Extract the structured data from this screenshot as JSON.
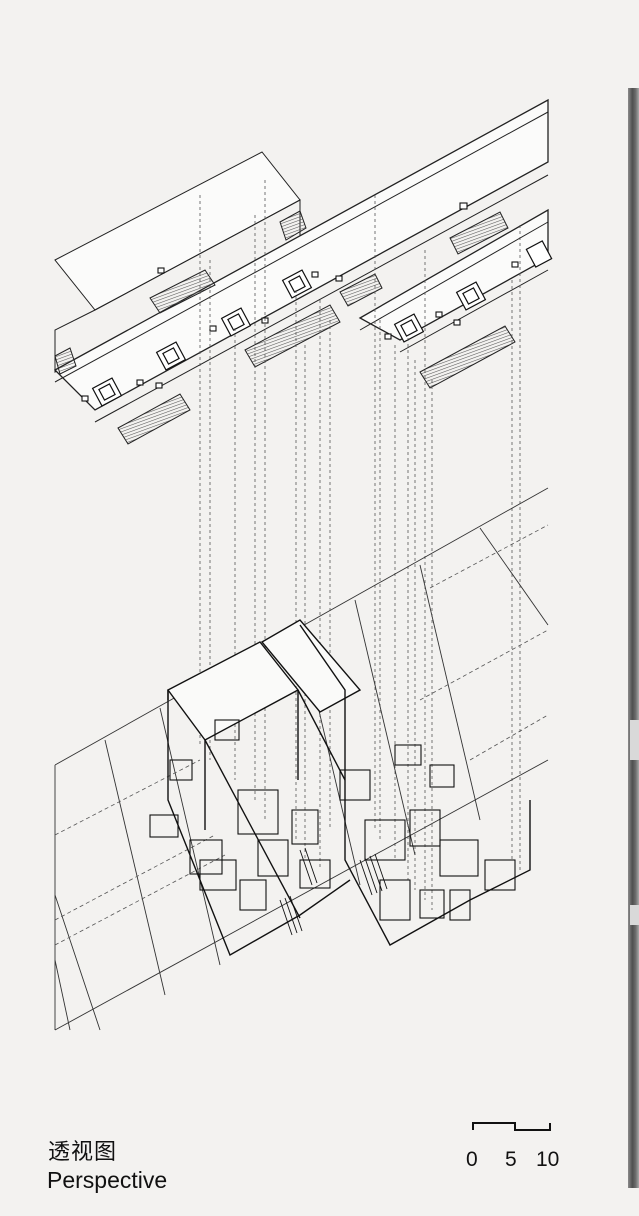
{
  "caption": {
    "title_cn": "透视图",
    "title_en": "Perspective"
  },
  "scale": {
    "ticks": [
      "0",
      "5",
      "10"
    ]
  },
  "colors": {
    "paper": "#f3f2f0",
    "ink": "#111111",
    "hatch": "#555555"
  }
}
